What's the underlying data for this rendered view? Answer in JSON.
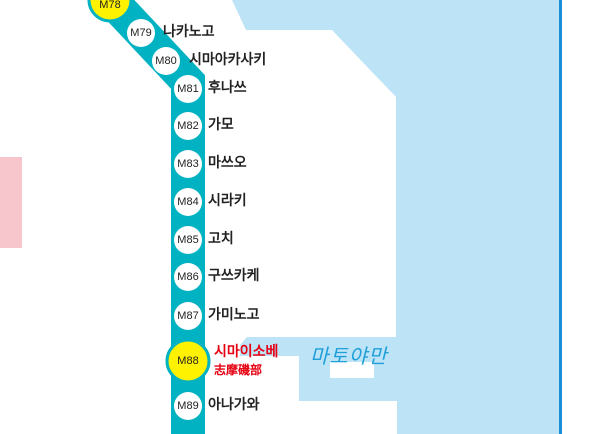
{
  "colors": {
    "water": "#bde3f7",
    "line": "#00b2c2",
    "terminal": "#fff200",
    "coast": "#1a8fd8",
    "pink": "#f7c6cc",
    "highlight": "#e60012"
  },
  "bay_label": "마토야만",
  "stations": [
    {
      "code": "M78",
      "name": ""
    },
    {
      "code": "M79",
      "name": "나카노고"
    },
    {
      "code": "M80",
      "name": "시마아카사키"
    },
    {
      "code": "M81",
      "name": "후나쓰"
    },
    {
      "code": "M82",
      "name": "가모"
    },
    {
      "code": "M83",
      "name": "마쓰오"
    },
    {
      "code": "M84",
      "name": "시라키"
    },
    {
      "code": "M85",
      "name": "고치"
    },
    {
      "code": "M86",
      "name": "구쓰카케"
    },
    {
      "code": "M87",
      "name": "가미노고"
    },
    {
      "code": "M88",
      "name": "시마이소베",
      "name_kanji": "志摩磯部"
    },
    {
      "code": "M89",
      "name": "아나가와"
    }
  ]
}
